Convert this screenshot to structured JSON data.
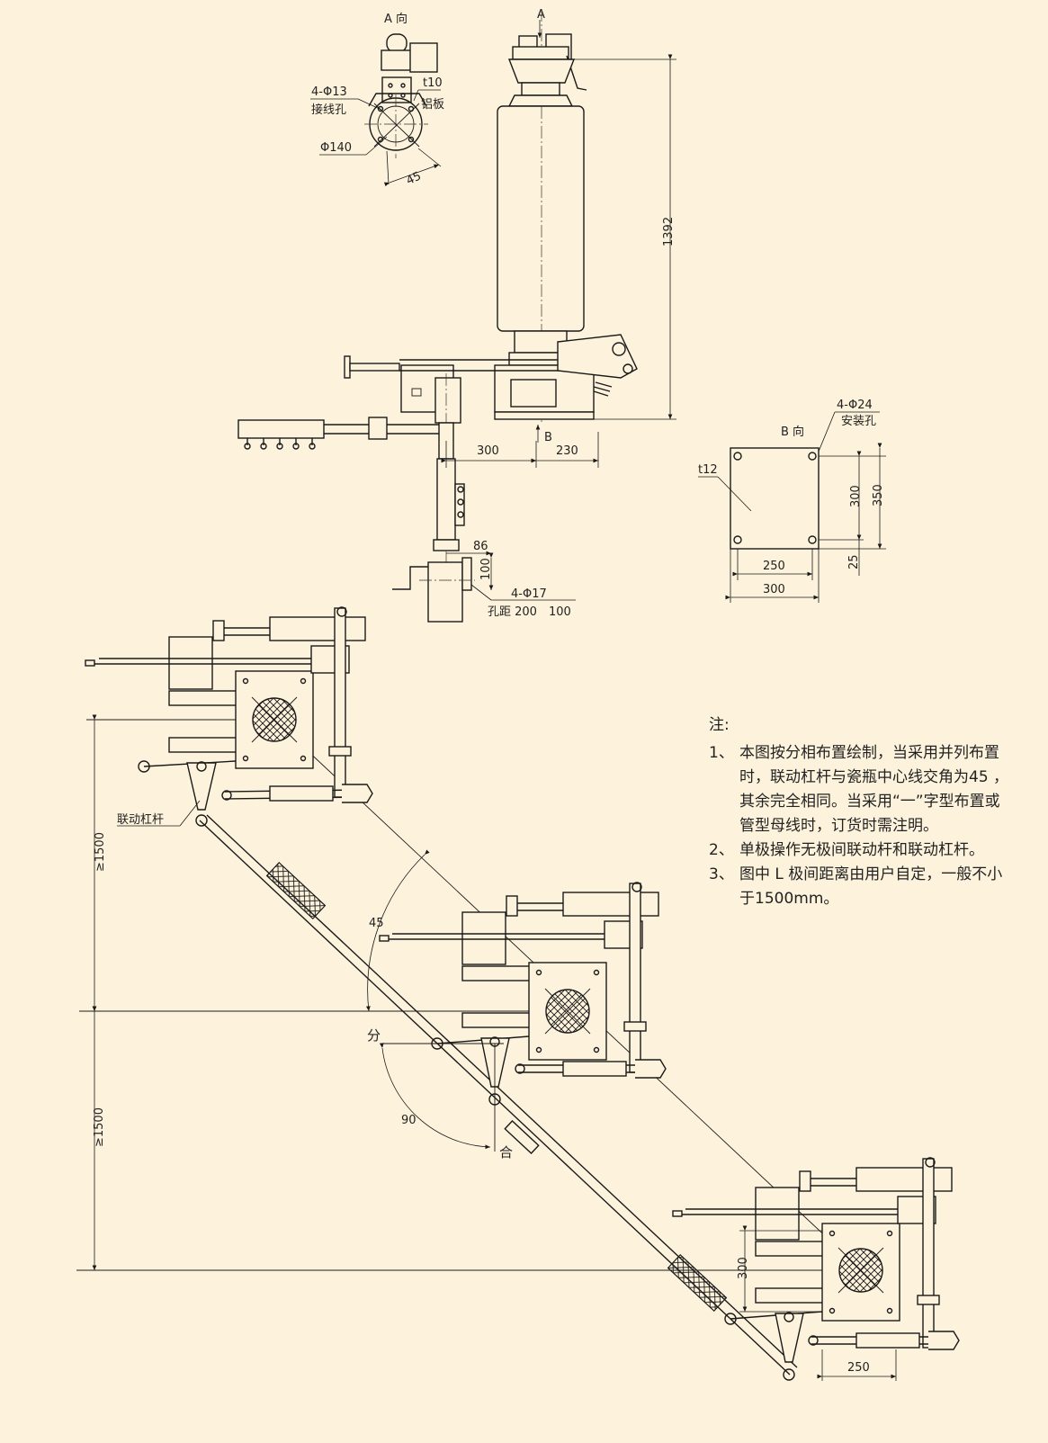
{
  "labels": {
    "a_view": "A 向",
    "a_arrow": "A",
    "b_arrow": "B",
    "b_view": "B 向",
    "holes_4_13": "4-Φ13",
    "wiring_hole": "接线孔",
    "t10": "t10",
    "alu_plate": "铝板",
    "phi140": "Φ140",
    "dim_45_small": "45",
    "dim_1392": "1392",
    "dim_300_base": "300",
    "dim_230": "230",
    "dim_86": "86",
    "dim_100": "100",
    "holes_4_17": "4-Φ17",
    "hole_spacing": "孔距 200　100",
    "holes_4_24": "4-Φ24",
    "mount_hole": "安装孔",
    "t12": "t12",
    "b_dim_300_v": "300",
    "b_dim_350": "350",
    "b_dim_25": "25",
    "b_dim_250": "250",
    "b_dim_300_h": "300",
    "linkage_lever": "联动杠杆",
    "ge1500_a": "≥1500",
    "ge1500_b": "≥1500",
    "angle_45": "45",
    "open_label": "分",
    "close_label": "合",
    "angle_90": "90",
    "dim_300_lower": "300",
    "dim_250_lower": "250"
  },
  "notes": {
    "title": "注:",
    "items": [
      {
        "num": "1、",
        "text": "本图按分相布置绘制，当采用并列布置时，联动杠杆与瓷瓶中心线交角为45 ，其余完全相同。当采用“一”字型布置或管型母线时，订货时需注明。"
      },
      {
        "num": "2、",
        "text": "单极操作无极间联动杆和联动杠杆。"
      },
      {
        "num": "3、",
        "text": "图中 L 极间距离由用户自定，一般不小于1500mm。"
      }
    ]
  }
}
